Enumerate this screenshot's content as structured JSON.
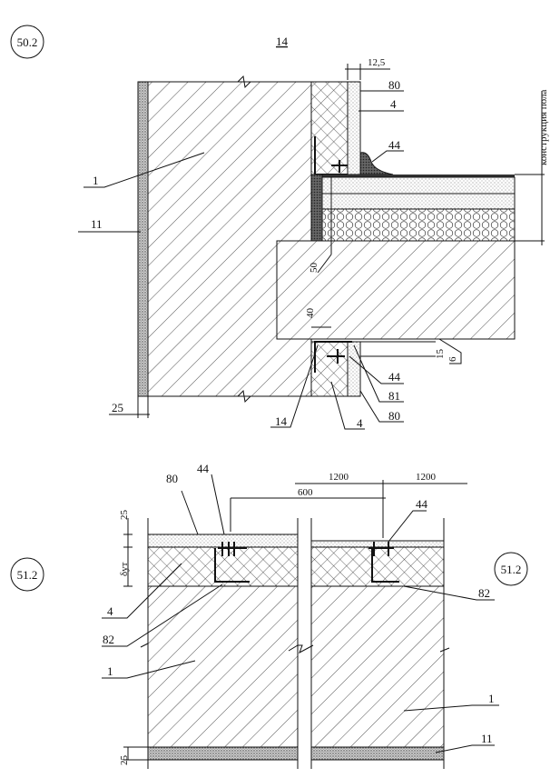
{
  "top_detail": {
    "marker": "50.2",
    "ref_top": "14",
    "dim_12_5": "12,5",
    "floor_label": "конструкция пола",
    "labels": {
      "l80a": "80",
      "l4a": "4",
      "l44a": "44",
      "l1": "1",
      "l11": "11",
      "d50": "50",
      "d40": "40",
      "d15": "15",
      "d6": "6",
      "l44b": "44",
      "l81": "81",
      "l80b": "80",
      "d25": "25",
      "l14": "14",
      "l4b": "4"
    }
  },
  "bottom_detail": {
    "marker_left": "51.2",
    "marker_right": "51.2",
    "labels": {
      "l80": "80",
      "l44a": "44",
      "d1200a": "1200",
      "d1200b": "1200",
      "d600": "600",
      "l44b": "44",
      "d25a": "25",
      "d_ut": "δут",
      "l4": "4",
      "l82a": "82",
      "l82b": "82",
      "l1a": "1",
      "l1b": "1",
      "l11": "11",
      "d25b": "25"
    }
  }
}
